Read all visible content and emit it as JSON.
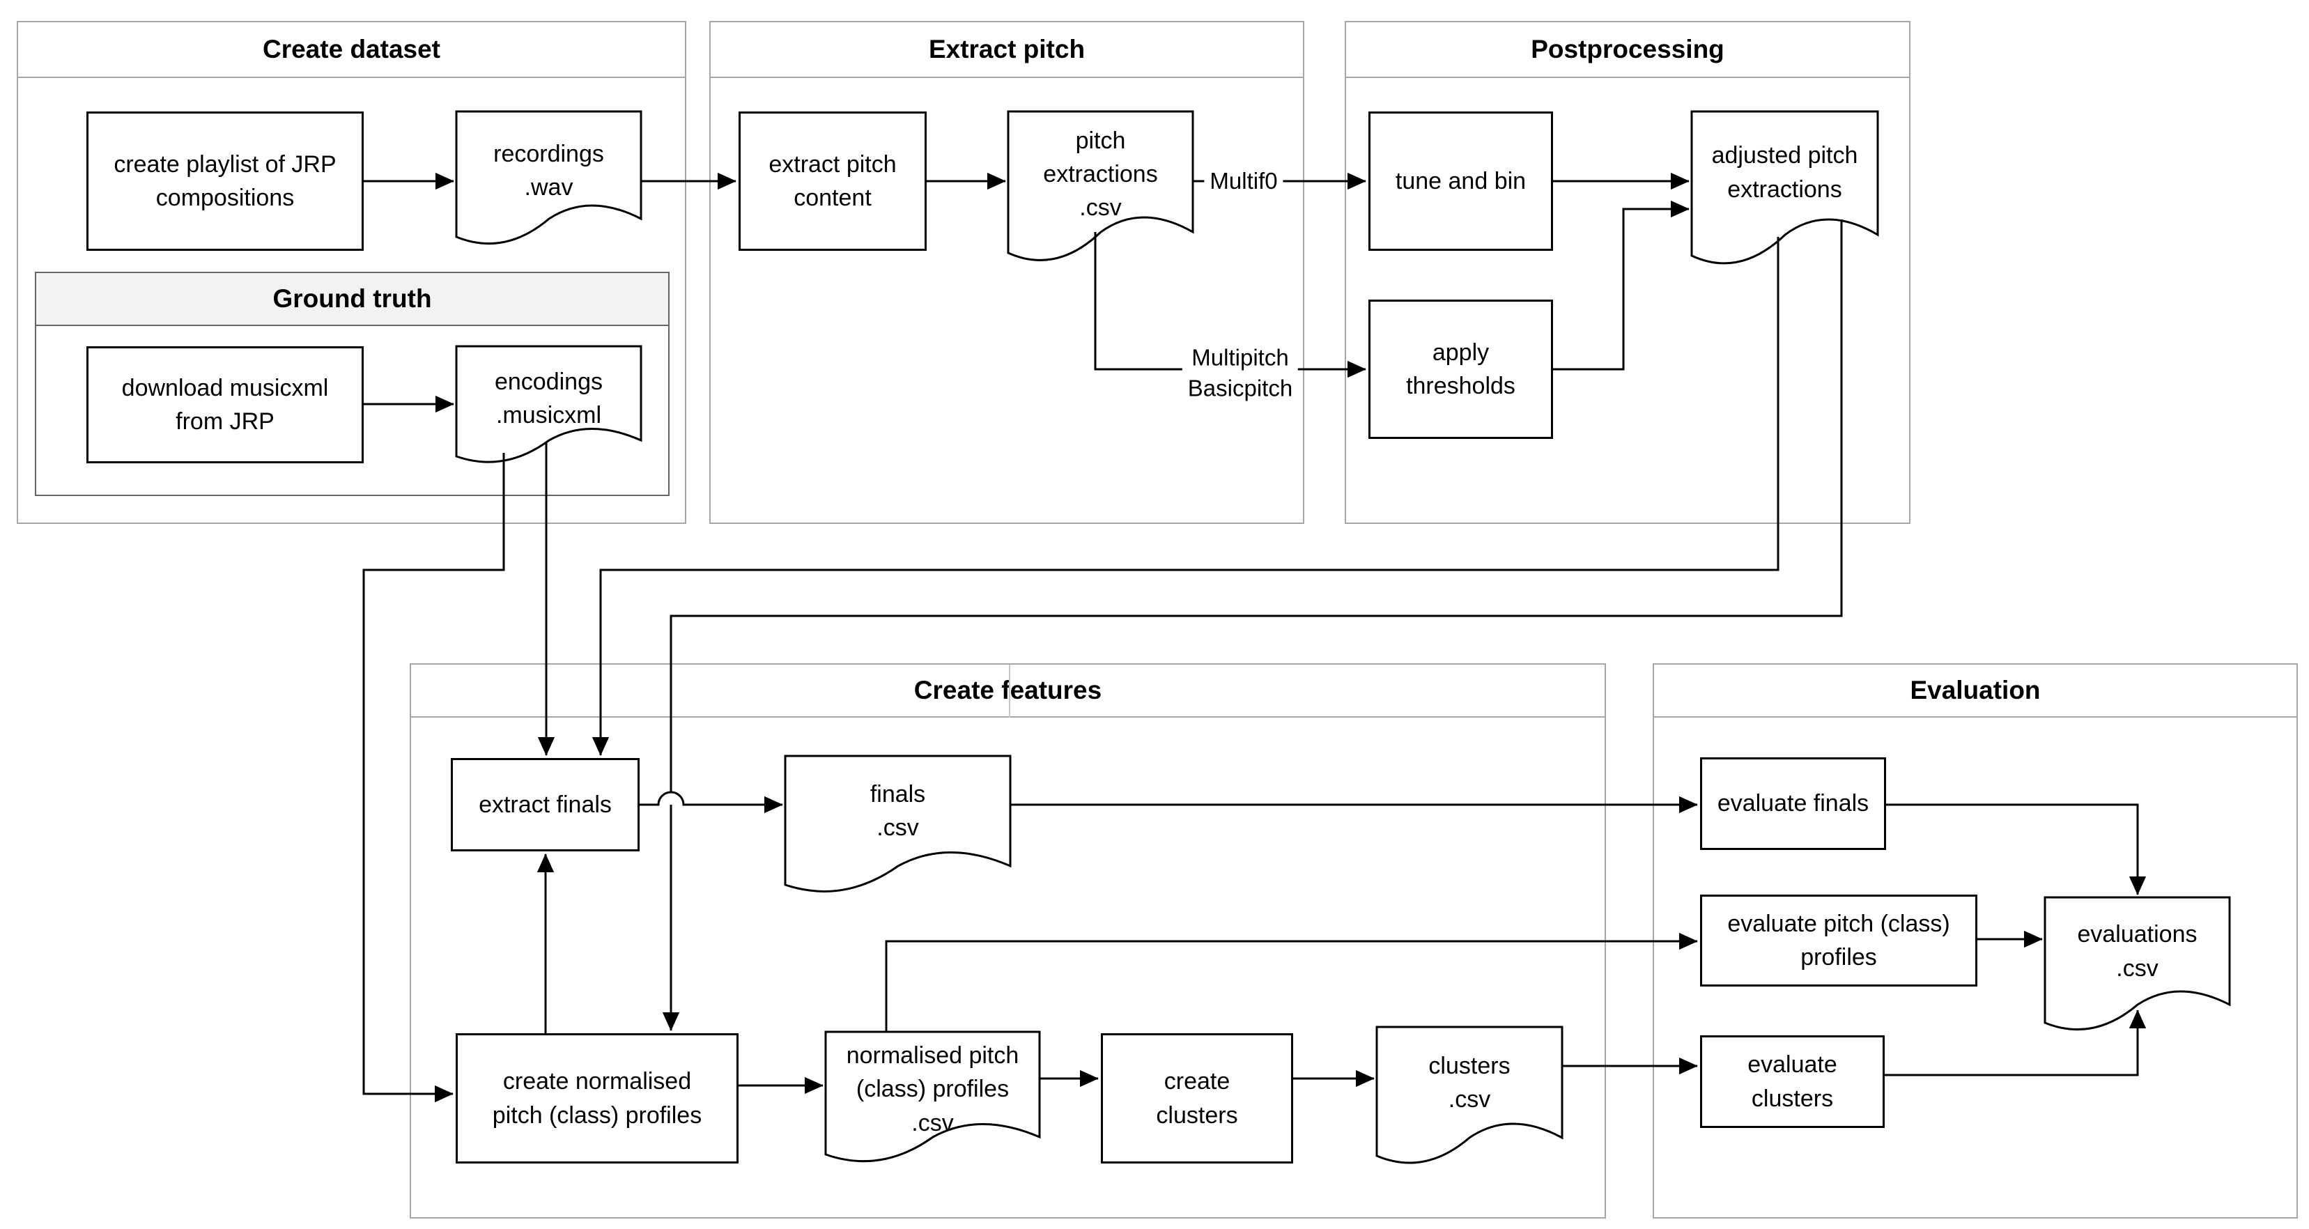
{
  "diagram": {
    "containers": {
      "create_dataset": {
        "title": "Create dataset"
      },
      "ground_truth": {
        "title": "Ground truth"
      },
      "extract_pitch": {
        "title": "Extract pitch"
      },
      "postprocessing": {
        "title": "Postprocessing"
      },
      "create_features": {
        "title": "Create features"
      },
      "evaluation": {
        "title": "Evaluation"
      }
    },
    "nodes": {
      "create_playlist": {
        "type": "process",
        "lines": [
          "create playlist of JRP",
          "compositions"
        ]
      },
      "recordings_wav": {
        "type": "document",
        "lines": [
          "recordings",
          ".wav"
        ]
      },
      "download_musicxml": {
        "type": "process",
        "lines": [
          "download musicxml",
          "from JRP"
        ]
      },
      "encodings_musicxml": {
        "type": "document",
        "lines": [
          "encodings",
          ".musicxml"
        ]
      },
      "extract_pitch_content": {
        "type": "process",
        "lines": [
          "extract pitch",
          "content"
        ]
      },
      "pitch_extractions_csv": {
        "type": "document",
        "lines": [
          "pitch",
          "extractions",
          ".csv"
        ]
      },
      "tune_and_bin": {
        "type": "process",
        "lines": [
          "tune and bin"
        ]
      },
      "apply_thresholds": {
        "type": "process",
        "lines": [
          "apply",
          "thresholds"
        ]
      },
      "adjusted_pitch_extractions": {
        "type": "document",
        "lines": [
          "adjusted pitch",
          "extractions"
        ]
      },
      "extract_finals": {
        "type": "process",
        "lines": [
          "extract finals"
        ]
      },
      "finals_csv": {
        "type": "document",
        "lines": [
          "finals",
          ".csv"
        ]
      },
      "create_normalised_profiles": {
        "type": "process",
        "lines": [
          "create normalised",
          "pitch (class) profiles"
        ]
      },
      "normalised_profiles_csv": {
        "type": "document",
        "lines": [
          "normalised pitch",
          "(class) profiles",
          ".csv"
        ]
      },
      "create_clusters": {
        "type": "process",
        "lines": [
          "create",
          "clusters"
        ]
      },
      "clusters_csv": {
        "type": "document",
        "lines": [
          "clusters",
          ".csv"
        ]
      },
      "evaluate_finals": {
        "type": "process",
        "lines": [
          "evaluate finals"
        ]
      },
      "evaluate_pitch_profiles": {
        "type": "process",
        "lines": [
          "evaluate pitch (class)",
          "profiles"
        ]
      },
      "evaluate_clusters": {
        "type": "process",
        "lines": [
          "evaluate",
          "clusters"
        ]
      },
      "evaluations_csv": {
        "type": "document",
        "lines": [
          "evaluations",
          ".csv"
        ]
      }
    },
    "edge_labels": {
      "multif0": "Multif0",
      "multipitch": "Multipitch",
      "basicpitch": "Basicpitch"
    },
    "colors": {
      "container_border": "#a6a6a6",
      "subcontainer_border": "#666666",
      "subcontainer_header_fill": "#f2f2f2",
      "node_border": "#000000",
      "edge": "#000000",
      "background": "#ffffff"
    }
  }
}
